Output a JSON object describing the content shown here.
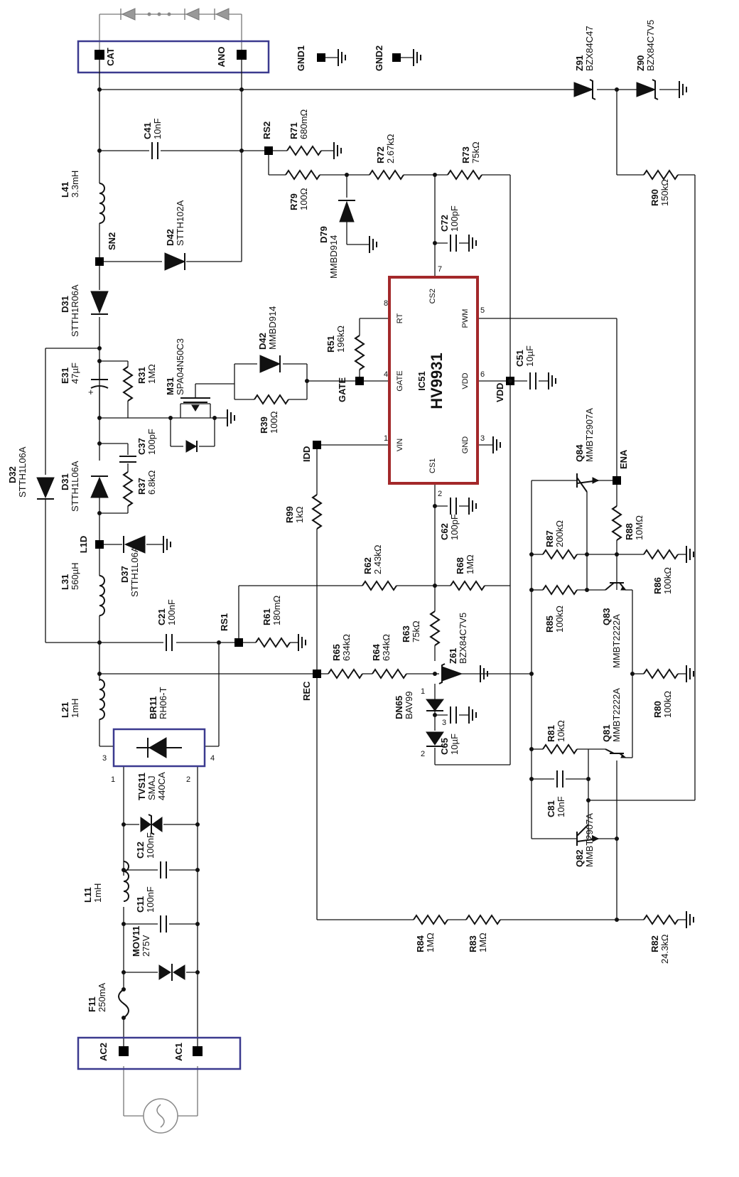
{
  "diagram": {
    "nodes": {
      "CAT": "CAT",
      "ANO": "ANO",
      "GND1": "GND1",
      "GND2": "GND2",
      "RS2": "RS2",
      "SN2": "SN2",
      "GATE": "GATE",
      "IDD": "IDD",
      "VDD": "VDD",
      "ENA": "ENA",
      "L1D": "L1D",
      "RS1": "RS1",
      "REC": "REC",
      "AC1": "AC1",
      "AC2": "AC2"
    },
    "ic": {
      "ref": "IC51",
      "name": "HV9931",
      "pins": [
        {
          "num": "1",
          "name": "VIN"
        },
        {
          "num": "2",
          "name": "CS1"
        },
        {
          "num": "3",
          "name": "GND"
        },
        {
          "num": "4",
          "name": "GATE"
        },
        {
          "num": "5",
          "name": "PWM"
        },
        {
          "num": "6",
          "name": "VDD"
        },
        {
          "num": "7",
          "name": "CS2"
        },
        {
          "num": "8",
          "name": "RT"
        }
      ]
    },
    "components": {
      "Z91": {
        "ref": "Z91",
        "value": "BZX84C47"
      },
      "Z90": {
        "ref": "Z90",
        "value": "BZX84C7V5"
      },
      "C41": {
        "ref": "C41",
        "value": "10nF"
      },
      "R71": {
        "ref": "R71",
        "value": "680mΩ"
      },
      "R72": {
        "ref": "R72",
        "value": "2.67kΩ"
      },
      "R73": {
        "ref": "R73",
        "value": "75kΩ"
      },
      "R79": {
        "ref": "R79",
        "value": "100Ω"
      },
      "D79": {
        "ref": "D79",
        "value": "MMBD914"
      },
      "C72": {
        "ref": "C72",
        "value": "100pF"
      },
      "R90": {
        "ref": "R90",
        "value": "150kΩ"
      },
      "L41": {
        "ref": "L41",
        "value": "3.3mH"
      },
      "D42a": {
        "ref": "D42",
        "value": "STTH102A"
      },
      "D31a": {
        "ref": "D31",
        "value": "STTH1R06A"
      },
      "D42b": {
        "ref": "D42",
        "value": "MMBD914"
      },
      "R51": {
        "ref": "R51",
        "value": "196kΩ"
      },
      "C51": {
        "ref": "C51",
        "value": "10µF"
      },
      "E31": {
        "ref": "E31",
        "value": "47µF"
      },
      "R31": {
        "ref": "R31",
        "value": "1MΩ"
      },
      "M31": {
        "ref": "M31",
        "value": "SPA04N50C3"
      },
      "R39": {
        "ref": "R39",
        "value": "100Ω"
      },
      "C37": {
        "ref": "C37",
        "value": "100pF"
      },
      "D31b": {
        "ref": "D31",
        "value": "STTH1L06A"
      },
      "R37": {
        "ref": "R37",
        "value": "6.8kΩ"
      },
      "D32": {
        "ref": "D32",
        "value": "STTH1L06A"
      },
      "Q84": {
        "ref": "Q84",
        "value": "MMBT2907A"
      },
      "C62": {
        "ref": "C62",
        "value": "100pF"
      },
      "R99": {
        "ref": "R99",
        "value": "1kΩ"
      },
      "D37": {
        "ref": "D37",
        "value": "STTH1L06A"
      },
      "R87": {
        "ref": "R87",
        "value": "200kΩ"
      },
      "R88": {
        "ref": "R88",
        "value": "10MΩ"
      },
      "R62": {
        "ref": "R62",
        "value": "2.43kΩ"
      },
      "R68": {
        "ref": "R68",
        "value": "1MΩ"
      },
      "R86": {
        "ref": "R86",
        "value": "100kΩ"
      },
      "L31": {
        "ref": "L31",
        "value": "560µH"
      },
      "C21": {
        "ref": "C21",
        "value": "100nF"
      },
      "R61": {
        "ref": "R61",
        "value": "180mΩ"
      },
      "R85": {
        "ref": "R85",
        "value": "100kΩ"
      },
      "Q83": {
        "ref": "Q83",
        "value": "MMBT2222A"
      },
      "R65": {
        "ref": "R65",
        "value": "634kΩ"
      },
      "R64": {
        "ref": "R64",
        "value": "634kΩ"
      },
      "R63": {
        "ref": "R63",
        "value": "75kΩ"
      },
      "Z61": {
        "ref": "Z61",
        "value": "BZX84C7V5"
      },
      "R80": {
        "ref": "R80",
        "value": "100kΩ"
      },
      "L21": {
        "ref": "L21",
        "value": "1mH"
      },
      "BR11": {
        "ref": "BR11",
        "value": "RH06-T"
      },
      "DN65": {
        "ref": "DN65",
        "value": "BAV99"
      },
      "C65": {
        "ref": "C65",
        "value": "10µF"
      },
      "R81": {
        "ref": "R81",
        "value": "10kΩ"
      },
      "Q81": {
        "ref": "Q81",
        "value": "MMBT2222A"
      },
      "C81": {
        "ref": "C81",
        "value": "10nF"
      },
      "TVS11": {
        "ref": "TVS11",
        "value1": "SMAJ",
        "value2": "440CA"
      },
      "C12": {
        "ref": "C12",
        "value": "100nF"
      },
      "Q82": {
        "ref": "Q82",
        "value": "MMBT2907A"
      },
      "L11": {
        "ref": "L11",
        "value": "1mH"
      },
      "C11": {
        "ref": "C11",
        "value": "100nF"
      },
      "R84": {
        "ref": "R84",
        "value": "1MΩ"
      },
      "R83": {
        "ref": "R83",
        "value": "1MΩ"
      },
      "R82": {
        "ref": "R82",
        "value": "24.3kΩ"
      },
      "MOV11": {
        "ref": "MOV11",
        "value": "275V"
      },
      "F11": {
        "ref": "F11",
        "value": "250mA"
      }
    },
    "pin_numbers": {
      "br_1": "1",
      "br_2": "2",
      "br_3": "3",
      "br_4": "4",
      "dn_1": "1",
      "dn_2": "2",
      "dn_3": "3"
    }
  }
}
